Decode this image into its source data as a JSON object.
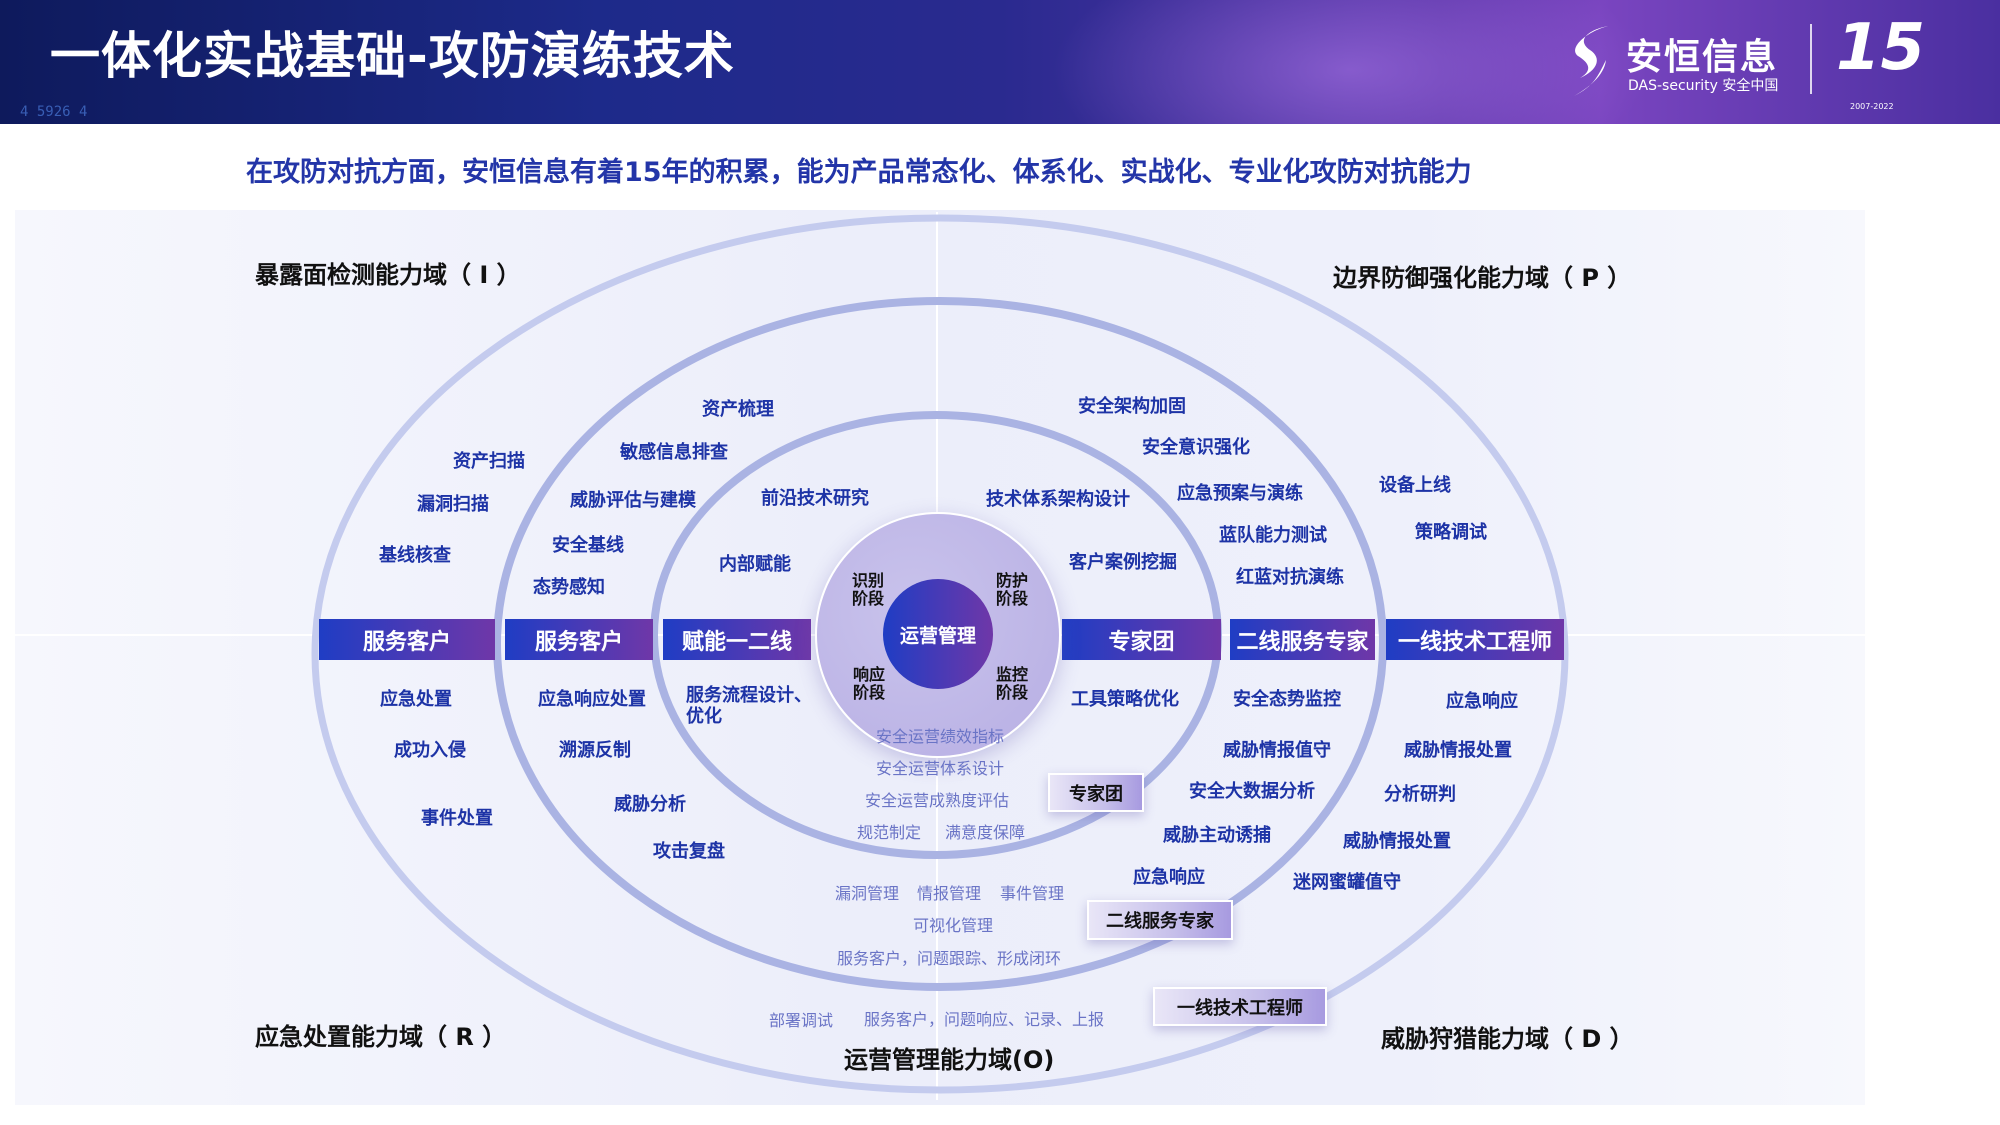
{
  "header": {
    "title": "一体化实战基础-攻防演练技术",
    "code_text": "4  5926  4",
    "logo": {
      "brand": "安恒信息",
      "sub": "DAS-security 安全中国",
      "anniversary": "15",
      "years": "2007-2022"
    }
  },
  "subtitle": "在攻防对抗方面，安恒信息有着15年的积累，能为产品常态化、体系化、实战化、专业化攻防对抗能力",
  "domains": {
    "identify": "暴露面检测能力域（ I ）",
    "protect": "边界防御强化能力域（ P ）",
    "respond": "应急处置能力域（ R ）",
    "detect": "威胁狩猎能力域（ D ）",
    "operate": "运营管理能力域(O)"
  },
  "center": {
    "core": "运营管理",
    "stages": [
      "识别阶段",
      "防护阶段",
      "响应阶段",
      "监控阶段"
    ]
  },
  "bars": [
    "服务客户",
    "服务客户",
    "赋能一二线",
    "专家团",
    "二线服务专家",
    "一线技术工程师"
  ],
  "boxes": [
    "专家团",
    "二线服务专家",
    "一线技术工程师"
  ],
  "identify_items": [
    "资产扫描",
    "漏洞扫描",
    "基线核查",
    "资产梳理",
    "敏感信息排查",
    "威胁评估与建模",
    "安全基线",
    "态势感知",
    "前沿技术研究",
    "内部赋能"
  ],
  "protect_items": [
    "安全架构加固",
    "安全意识强化",
    "技术体系架构设计",
    "应急预案与演练",
    "蓝队能力测试",
    "客户案例挖掘",
    "红蓝对抗演练",
    "设备上线",
    "策略调试"
  ],
  "respond_items": [
    "应急处置",
    "成功入侵",
    "事件处置",
    "应急响应处置",
    "溯源反制",
    "威胁分析",
    "攻击复盘",
    "服务流程设计、优化"
  ],
  "detect_items": [
    "工具策略优化",
    "安全态势监控",
    "威胁情报值守",
    "安全大数据分析",
    "威胁主动诱捕",
    "应急响应",
    "应急响应",
    "威胁情报处置",
    "分析研判",
    "威胁情报处置",
    "迷网蜜罐值守"
  ],
  "operate_items": [
    "安全运营绩效指标",
    "安全运营体系设计",
    "安全运营成熟度评估",
    "规范制定",
    "满意度保障",
    "漏洞管理",
    "情报管理",
    "事件管理",
    "可视化管理",
    "服务客户，问题跟踪、形成闭环",
    "部署调试",
    "服务客户，问题响应、记录、上报"
  ],
  "colors": {
    "bar_start": "#1f3dc4",
    "bar_end": "#6f37a8",
    "item_text": "#1d33a6",
    "ring": "#aab3e3"
  }
}
